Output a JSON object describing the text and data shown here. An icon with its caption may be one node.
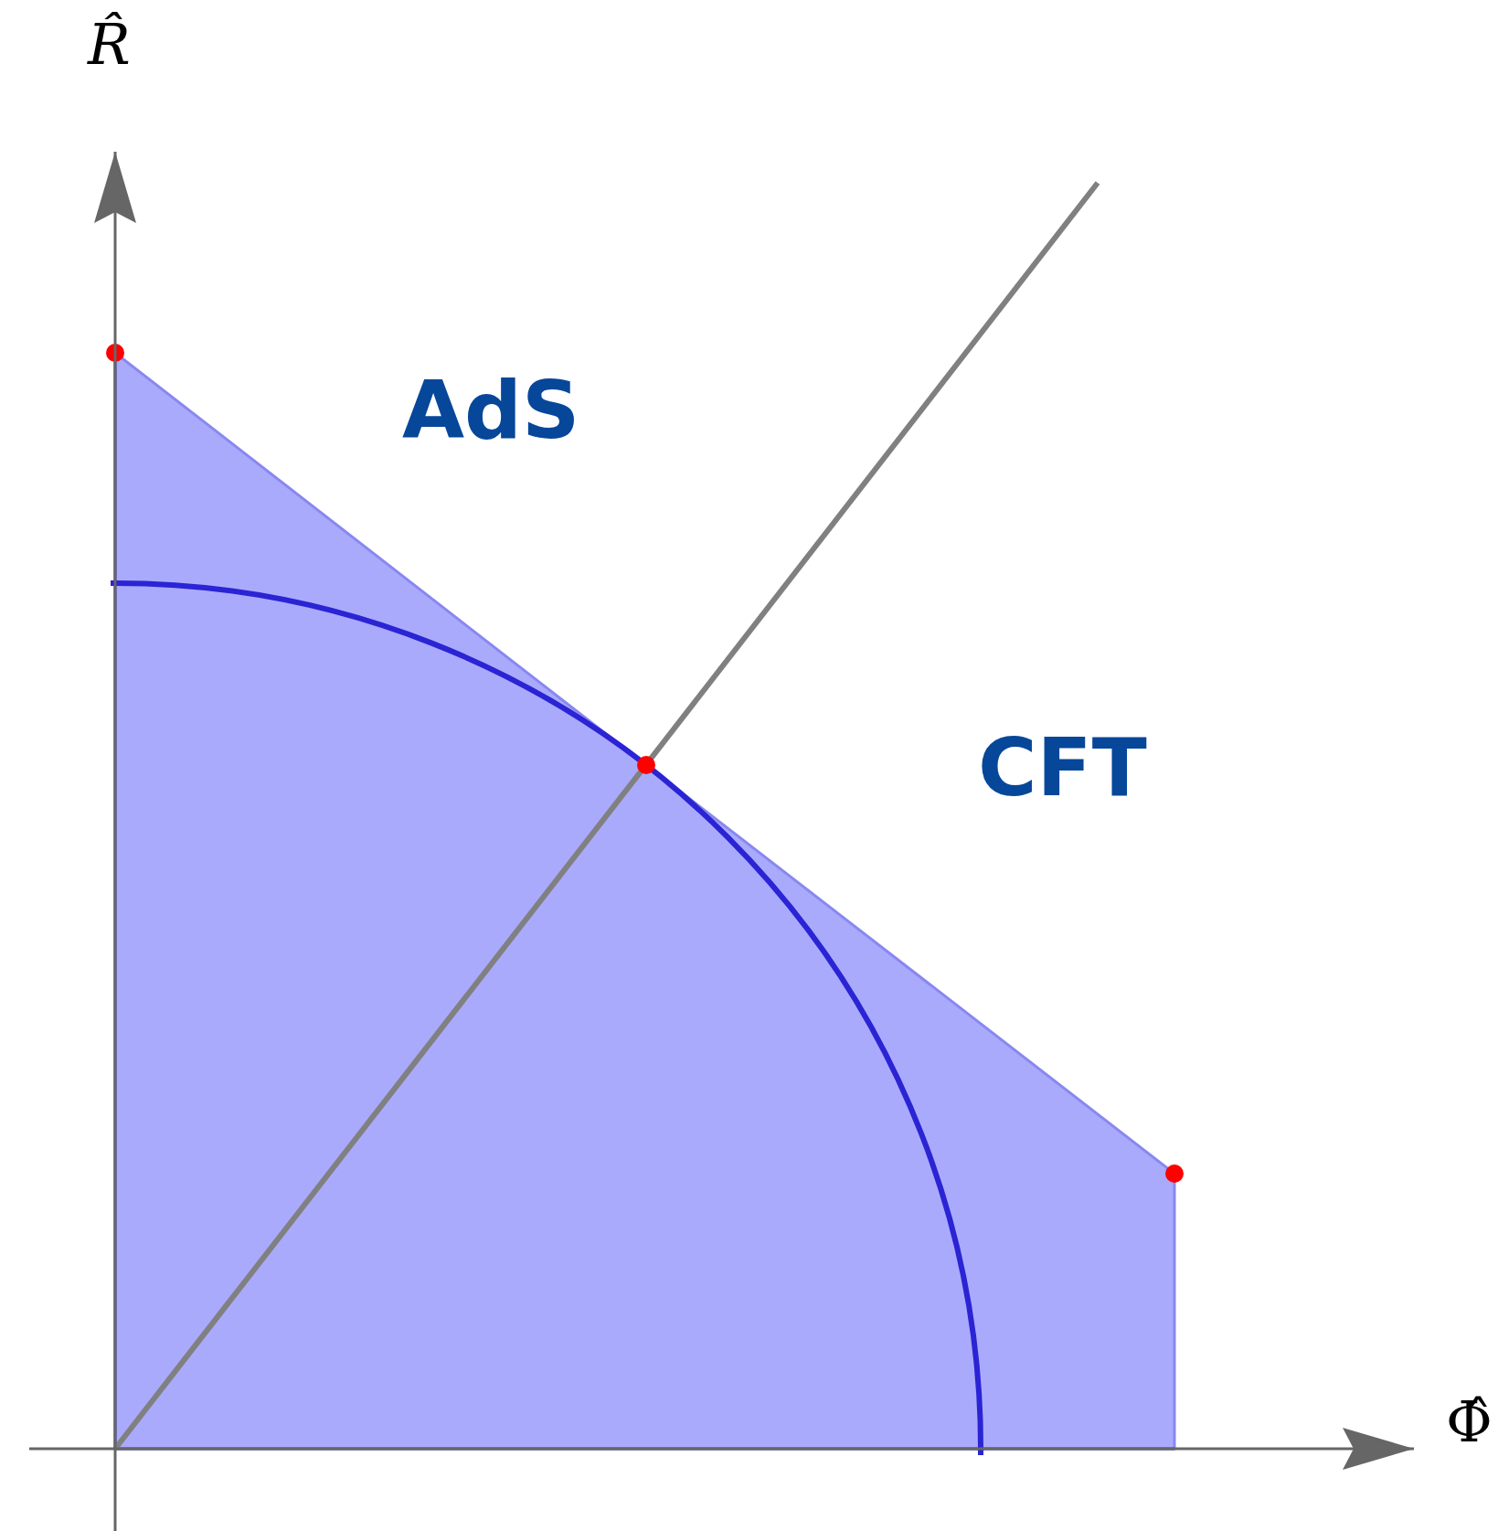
{
  "diagram": {
    "labels": [
      "R̂",
      "AdS",
      "CFT",
      "Φ̂"
    ]
  }
}
